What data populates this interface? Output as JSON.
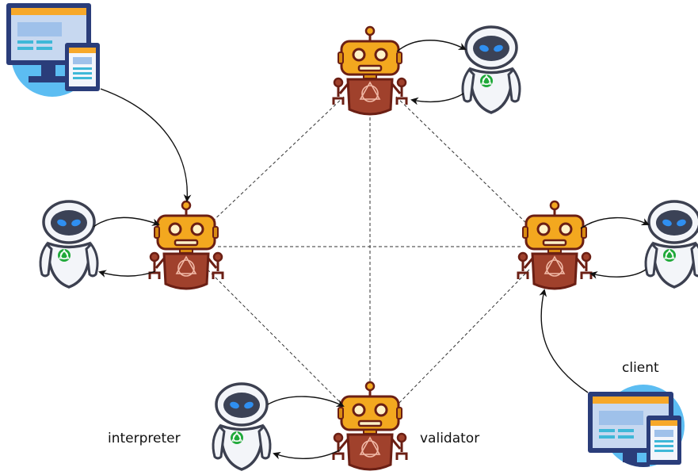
{
  "labels": {
    "client": "client",
    "interpreter": "interpreter",
    "validator": "validator"
  },
  "colors": {
    "robot_head": "#f3a81f",
    "robot_head_dark": "#d98b12",
    "robot_body": "#a0412c",
    "robot_outline": "#6b1f14",
    "assistant_body": "#f3f5f9",
    "assistant_outline": "#3c4050",
    "assistant_visor": "#3b4256",
    "assistant_eyes": "#2f8ff0",
    "assistant_emblem": "#20a93a",
    "monitor_frame": "#2a3d7a",
    "monitor_screen": "#c7d8f0",
    "monitor_circle": "#5cbdf2",
    "accent_orange": "#f7a829",
    "accent_teal": "#3fb8d8",
    "edge_dashed": "#333333",
    "arrow": "#111111"
  },
  "icons": {
    "validator_node": "robot-icon",
    "interpreter_node": "assistant-robot-icon",
    "client_node": "computer-client-icon"
  }
}
